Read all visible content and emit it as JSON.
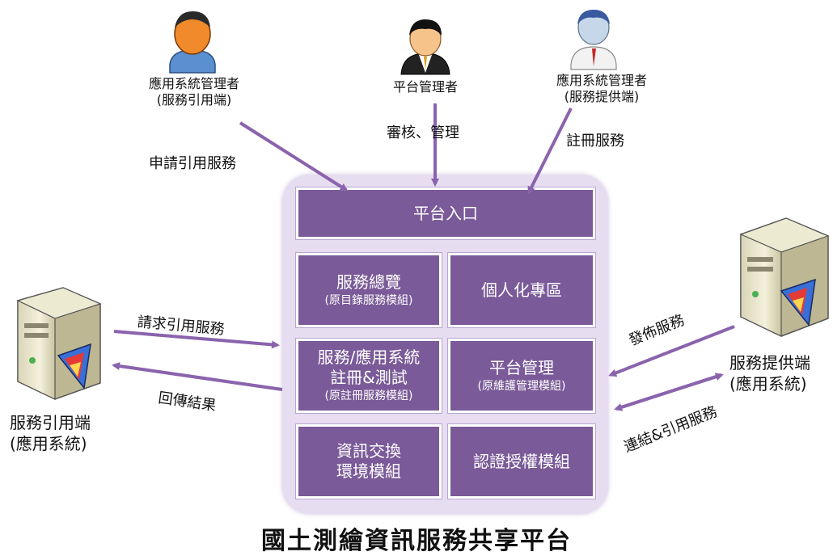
{
  "actors": {
    "app_admin_consumer": {
      "line1": "應用系統管理者",
      "line2": "(服務引用端)"
    },
    "platform_admin": {
      "line1": "平台管理者"
    },
    "app_admin_provider": {
      "line1": "應用系統管理者",
      "line2": "(服務提供端)"
    }
  },
  "arrows": {
    "apply_service": "申請引用服務",
    "review_manage": "審核、管理",
    "register_service": "註冊服務",
    "request_service": "請求引用服務",
    "return_result": "回傳結果",
    "publish_service": "發佈服務",
    "link_use_service": "連結&引用服務"
  },
  "platform": {
    "portal": "平台入口",
    "modules": [
      {
        "main": "服務總覽",
        "sub": "(原目錄服務模組)"
      },
      {
        "main": "個人化專區"
      },
      {
        "main": "服務/應用系統",
        "main2": "註冊&測試",
        "sub": "(原註冊服務模組)"
      },
      {
        "main": "平台管理",
        "sub": "(原維護管理模組)"
      },
      {
        "main": "資訊交換",
        "main2": "環境模組"
      },
      {
        "main": "認證授權模組"
      }
    ]
  },
  "servers": {
    "consumer": {
      "line1": "服務引用端",
      "line2": "(應用系統)"
    },
    "provider": {
      "line1": "服務提供端",
      "line2": "(應用系統)"
    }
  },
  "title": "國土測繪資訊服務共享平台",
  "colors": {
    "module_fill": "#7a5a98",
    "platform_bg": "#e6ddf1",
    "arrow": "#8a63ad"
  }
}
